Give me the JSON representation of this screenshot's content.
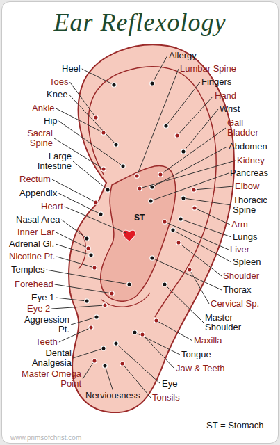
{
  "diagram": {
    "title": "Ear Reflexology",
    "labels": [
      "Heel",
      "Toes",
      "Knee",
      "Ankle",
      "Hip",
      "Sacral Spine",
      "Large Intestine",
      "Rectum",
      "Appendix",
      "Heart",
      "Nasal Area",
      "Inner Ear",
      "Adrenal Gl.",
      "Nicotine Pt.",
      "Temples",
      "Forehead",
      "Eye 1",
      "Eye 2",
      "Aggression Pt.",
      "Teeth",
      "Dental Analgesia",
      "Master Omega Point",
      "Nerviousness",
      "Allergy",
      "Lumbar Spine",
      "Fingers",
      "Hand",
      "Wrist",
      "Gall Bladder",
      "Abdomen",
      "Kidney",
      "Pancreas",
      "Elbow",
      "Thoracic Spine",
      "Arm",
      "Lungs",
      "Liver",
      "Spleen",
      "Shoulder",
      "Thorax",
      "Cervical Sp.",
      "Master Shoulder",
      "Maxilla",
      "Tongue",
      "Jaw & Teeth",
      "Eye",
      "Tonsils",
      "ST",
      "ST = Stomach",
      "www.primsofchrist.com"
    ]
  }
}
